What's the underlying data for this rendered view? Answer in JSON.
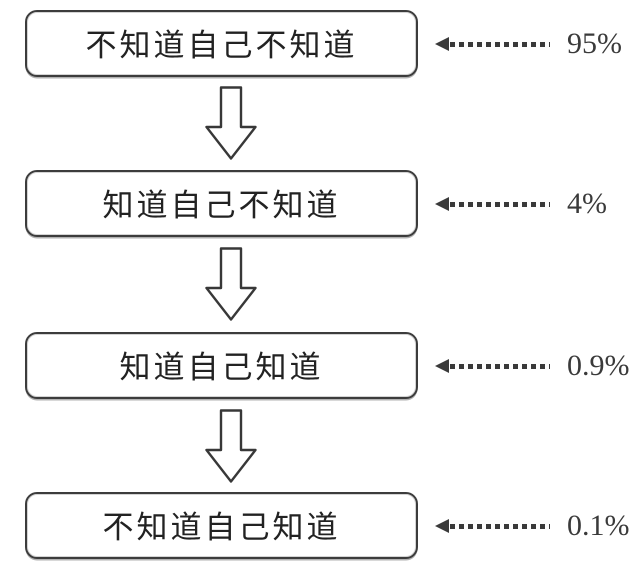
{
  "diagram": {
    "type": "flowchart",
    "colors": {
      "ink": "#3a3a3a",
      "box_border": "#3c3c3c",
      "label_text": "#222222",
      "background": "#ffffff"
    },
    "stages": [
      {
        "label": "不知道自己不知道",
        "percent": "95%"
      },
      {
        "label": "知道自己不知道",
        "percent": "4%"
      },
      {
        "label": "知道自己知道",
        "percent": "0.9%"
      },
      {
        "label": "不知道自己知道",
        "percent": "0.1%"
      }
    ]
  }
}
